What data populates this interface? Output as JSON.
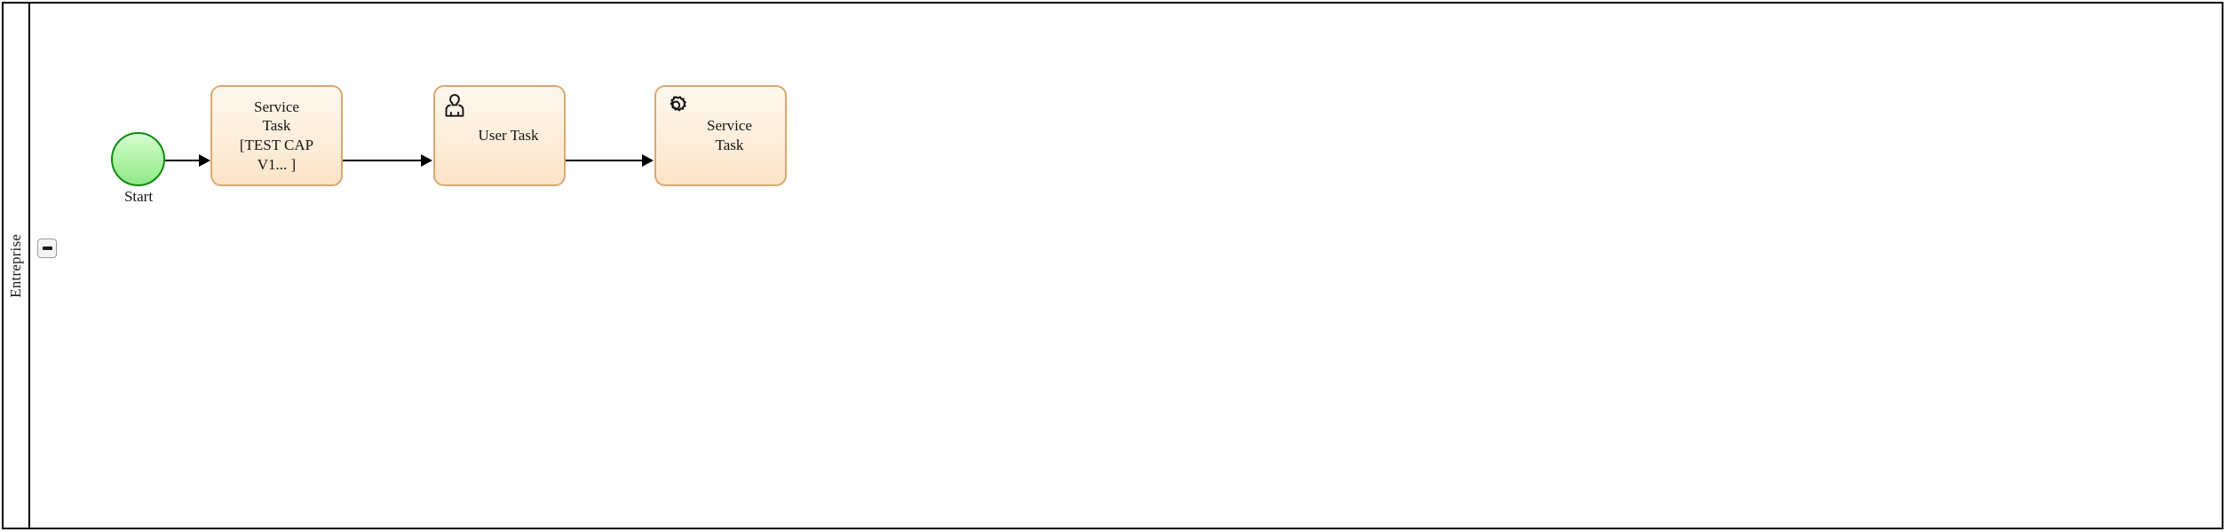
{
  "diagram": {
    "type": "bpmn-process",
    "pool": {
      "lane_label": "Entreprise",
      "collapse_button": {
        "name": "collapse-lane-button",
        "glyph": "minus"
      }
    },
    "elements": [
      {
        "id": "start-event",
        "kind": "start-event",
        "label": "Start",
        "icon": null
      },
      {
        "id": "task-1",
        "kind": "service-task",
        "label": "Service\nTask\n[TEST CAP\nV1... ]",
        "icon": null
      },
      {
        "id": "task-2",
        "kind": "user-task",
        "label": "User Task",
        "icon": "user-icon"
      },
      {
        "id": "task-3",
        "kind": "service-task",
        "label": "Service\nTask",
        "icon": "gear-icon"
      }
    ],
    "flows": [
      {
        "id": "flow-1",
        "from": "start-event",
        "to": "task-1"
      },
      {
        "id": "flow-2",
        "from": "task-1",
        "to": "task-2"
      },
      {
        "id": "flow-3",
        "from": "task-2",
        "to": "task-3"
      }
    ],
    "colors": {
      "task_fill": "#fdeedb",
      "task_border": "#d9a871",
      "start_fill": "#aef3a4",
      "start_border": "#108910",
      "pool_border": "#000000",
      "flow": "#000000",
      "text": "#141414"
    }
  }
}
